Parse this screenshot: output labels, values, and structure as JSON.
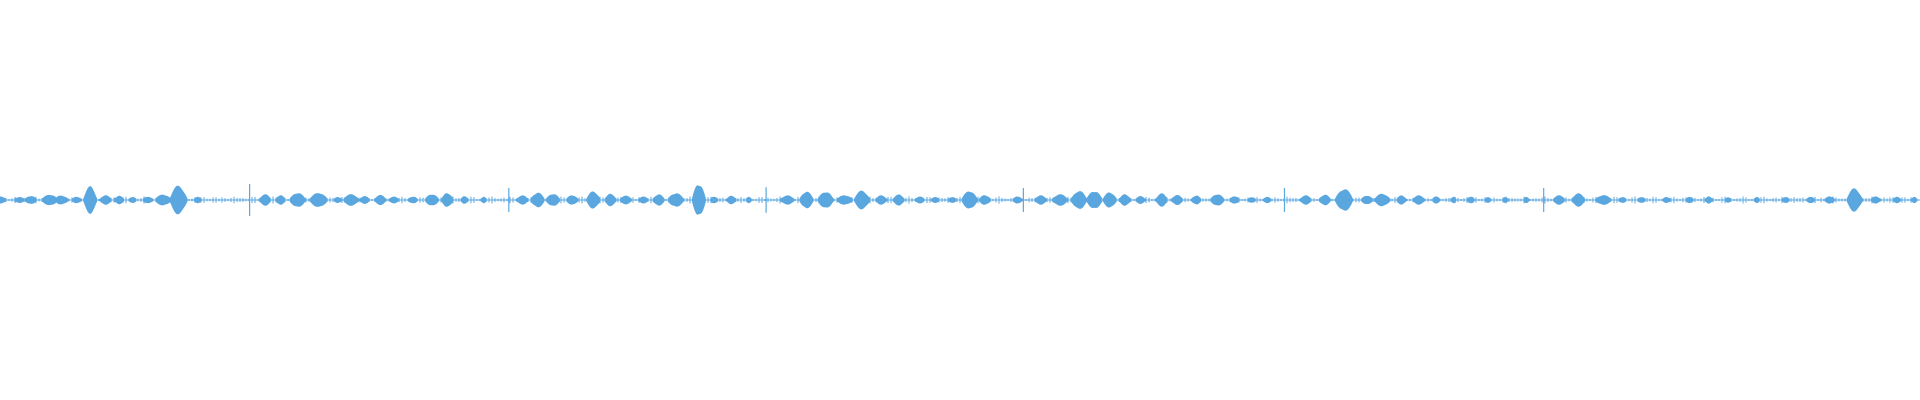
{
  "waveform": {
    "color": "#5aa7e0",
    "background": "#ffffff",
    "style": "symmetric audio waveform",
    "bursts": [
      [
        0.0,
        0.06,
        6
      ],
      [
        0.01,
        0.05,
        5
      ],
      [
        0.016,
        0.08,
        6
      ],
      [
        0.026,
        0.12,
        8
      ],
      [
        0.032,
        0.09,
        7
      ],
      [
        0.04,
        0.05,
        5
      ],
      [
        0.047,
        0.32,
        7
      ],
      [
        0.055,
        0.09,
        6
      ],
      [
        0.062,
        0.08,
        5
      ],
      [
        0.069,
        0.05,
        4
      ],
      [
        0.077,
        0.06,
        5
      ],
      [
        0.085,
        0.12,
        8
      ],
      [
        0.093,
        0.35,
        9
      ],
      [
        0.103,
        0.05,
        4
      ],
      [
        0.13,
        0.4,
        2
      ],
      [
        0.138,
        0.12,
        6
      ],
      [
        0.146,
        0.1,
        5
      ],
      [
        0.155,
        0.17,
        8
      ],
      [
        0.166,
        0.17,
        9
      ],
      [
        0.176,
        0.05,
        4
      ],
      [
        0.183,
        0.12,
        8
      ],
      [
        0.19,
        0.07,
        5
      ],
      [
        0.198,
        0.1,
        6
      ],
      [
        0.205,
        0.06,
        5
      ],
      [
        0.215,
        0.06,
        5
      ],
      [
        0.225,
        0.13,
        7
      ],
      [
        0.233,
        0.16,
        6
      ],
      [
        0.242,
        0.07,
        4
      ],
      [
        0.252,
        0.05,
        3
      ],
      [
        0.265,
        0.3,
        2
      ],
      [
        0.272,
        0.09,
        6
      ],
      [
        0.28,
        0.17,
        7
      ],
      [
        0.288,
        0.14,
        7
      ],
      [
        0.298,
        0.1,
        6
      ],
      [
        0.309,
        0.2,
        7
      ],
      [
        0.318,
        0.13,
        6
      ],
      [
        0.326,
        0.08,
        6
      ],
      [
        0.335,
        0.06,
        5
      ],
      [
        0.343,
        0.12,
        6
      ],
      [
        0.352,
        0.16,
        8
      ],
      [
        0.364,
        0.42,
        7
      ],
      [
        0.372,
        0.06,
        4
      ],
      [
        0.381,
        0.08,
        5
      ],
      [
        0.39,
        0.05,
        3
      ],
      [
        0.399,
        0.32,
        2
      ],
      [
        0.41,
        0.09,
        7
      ],
      [
        0.42,
        0.2,
        7
      ],
      [
        0.43,
        0.2,
        8
      ],
      [
        0.44,
        0.1,
        8
      ],
      [
        0.449,
        0.22,
        8
      ],
      [
        0.459,
        0.09,
        6
      ],
      [
        0.468,
        0.11,
        6
      ],
      [
        0.479,
        0.06,
        5
      ],
      [
        0.487,
        0.05,
        4
      ],
      [
        0.496,
        0.05,
        4
      ],
      [
        0.505,
        0.22,
        8
      ],
      [
        0.513,
        0.1,
        6
      ],
      [
        0.53,
        0.06,
        5
      ],
      [
        0.533,
        0.3,
        2
      ],
      [
        0.542,
        0.09,
        6
      ],
      [
        0.552,
        0.12,
        8
      ],
      [
        0.562,
        0.22,
        8
      ],
      [
        0.57,
        0.22,
        8
      ],
      [
        0.578,
        0.18,
        7
      ],
      [
        0.586,
        0.12,
        6
      ],
      [
        0.594,
        0.07,
        5
      ],
      [
        0.605,
        0.14,
        6
      ],
      [
        0.613,
        0.1,
        6
      ],
      [
        0.623,
        0.09,
        5
      ],
      [
        0.634,
        0.13,
        7
      ],
      [
        0.643,
        0.07,
        5
      ],
      [
        0.652,
        0.04,
        4
      ],
      [
        0.66,
        0.05,
        4
      ],
      [
        0.669,
        0.3,
        2
      ],
      [
        0.68,
        0.09,
        6
      ],
      [
        0.69,
        0.11,
        6
      ],
      [
        0.7,
        0.28,
        9
      ],
      [
        0.712,
        0.09,
        6
      ],
      [
        0.72,
        0.14,
        8
      ],
      [
        0.73,
        0.09,
        5
      ],
      [
        0.739,
        0.09,
        6
      ],
      [
        0.748,
        0.06,
        4
      ],
      [
        0.757,
        0.05,
        3
      ],
      [
        0.766,
        0.06,
        4
      ],
      [
        0.775,
        0.05,
        3
      ],
      [
        0.784,
        0.05,
        3
      ],
      [
        0.795,
        0.05,
        3
      ],
      [
        0.804,
        0.3,
        2
      ],
      [
        0.812,
        0.09,
        6
      ],
      [
        0.822,
        0.14,
        7
      ],
      [
        0.835,
        0.1,
        8
      ],
      [
        0.845,
        0.05,
        4
      ],
      [
        0.855,
        0.05,
        4
      ],
      [
        0.868,
        0.05,
        4
      ],
      [
        0.88,
        0.05,
        4
      ],
      [
        0.89,
        0.06,
        4
      ],
      [
        0.9,
        0.04,
        3
      ],
      [
        0.915,
        0.05,
        3
      ],
      [
        0.93,
        0.05,
        4
      ],
      [
        0.943,
        0.06,
        4
      ],
      [
        0.953,
        0.07,
        5
      ],
      [
        0.966,
        0.28,
        8
      ],
      [
        0.977,
        0.06,
        5
      ],
      [
        0.988,
        0.05,
        4
      ],
      [
        0.997,
        0.05,
        3
      ]
    ]
  }
}
